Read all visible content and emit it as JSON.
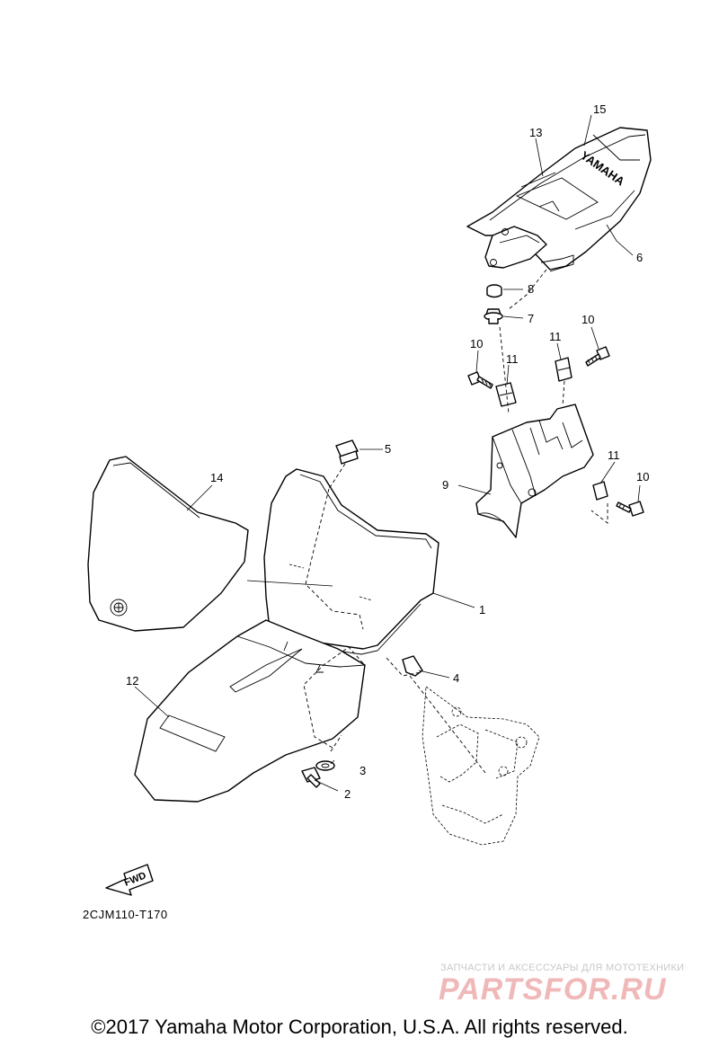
{
  "callouts": {
    "c1": "1",
    "c2": "2",
    "c3": "3",
    "c4": "4",
    "c5": "5",
    "c6": "6",
    "c7": "7",
    "c8": "8",
    "c9": "9",
    "c10a": "10",
    "c10b": "10",
    "c10c": "10",
    "c11a": "11",
    "c11b": "11",
    "c11c": "11",
    "c12": "12",
    "c13": "13",
    "c14": "14",
    "c15": "15"
  },
  "seat_text": "YAMAHA",
  "fwd_label": "FWD",
  "diagram_code": "2CJM110-T170",
  "copyright": "©2017 Yamaha Motor Corporation, U.S.A. All rights reserved.",
  "watermark": {
    "tagline": "ЗАПЧАСТИ И АКСЕССУАРЫ ДЛЯ МОТОТЕХНИКИ",
    "logo": "PARTSFOR.RU"
  }
}
